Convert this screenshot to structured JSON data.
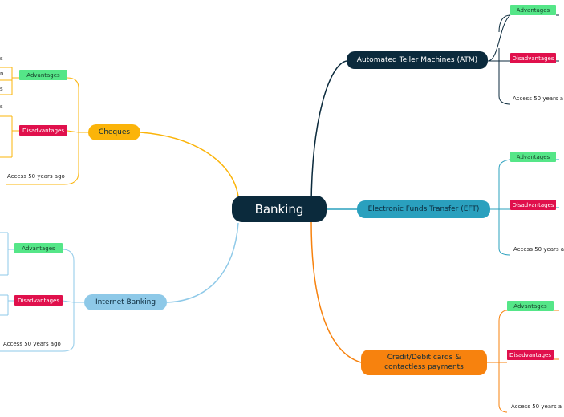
{
  "center": "Banking",
  "branches": {
    "atm": {
      "label": "Automated Teller Machines (ATM)",
      "advantages": "Advantages",
      "disadvantages": "Disadvantages",
      "note": "Access 50 years a",
      "color": "#0b2a3c"
    },
    "eft": {
      "label": "Electronic Funds Transfer (EFT)",
      "advantages": "Advantages",
      "disadvantages": "Disadvantages",
      "note": "Access 50 years a",
      "color": "#2aa0be"
    },
    "cards": {
      "label_line1": "Credit/Debit cards &",
      "label_line2": "contactless payments",
      "advantages": "Advantages",
      "disadvantages": "Disadvantages",
      "note": "Access 50 years a",
      "color": "#f7820e"
    },
    "cheques": {
      "label": "Cheques",
      "advantages": "Advantages",
      "disadvantages": "Disadvantages",
      "note": "Access 50 years ago",
      "fragments": [
        "s",
        "n",
        "s",
        "s"
      ],
      "color": "#fbb40a"
    },
    "internet": {
      "label": "Internet Banking",
      "advantages": "Advantages",
      "disadvantages": "Disadvantages",
      "note": "Access 50 years ago",
      "color": "#8ec9e8"
    }
  }
}
